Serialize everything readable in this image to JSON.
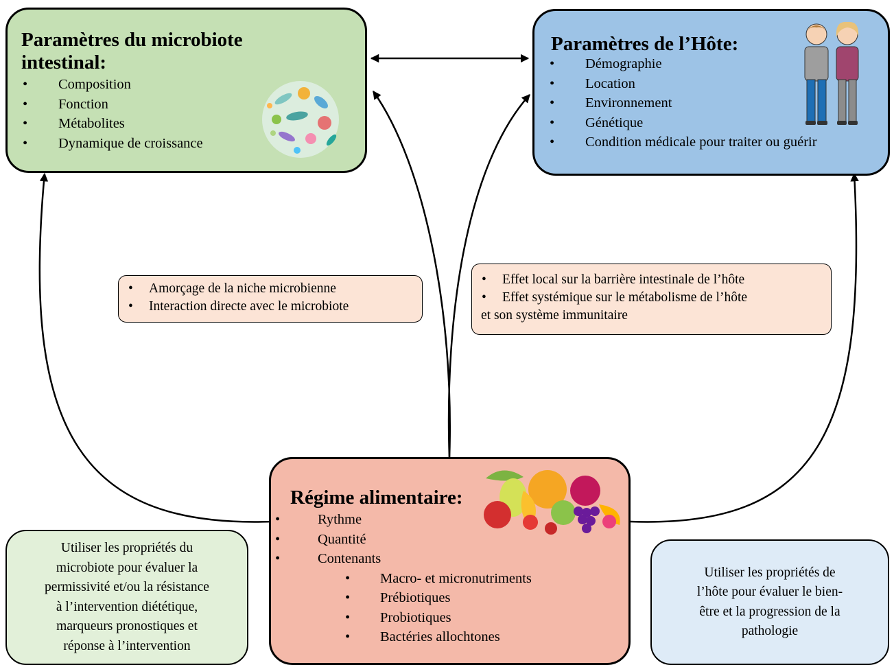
{
  "microbiota": {
    "title_line1": "Paramètres du microbiote",
    "title_line2": "intestinal:",
    "items": [
      "Composition",
      "Fonction",
      "Métabolites",
      "Dynamique de croissance"
    ]
  },
  "host": {
    "title": "Paramètres de l’Hôte:",
    "items": [
      "Démographie",
      "Location",
      "Environnement",
      "Génétique",
      "Condition médicale pour traiter ou guérir"
    ]
  },
  "diet": {
    "title": "Régime alimentaire:",
    "items": [
      "Rythme",
      "Quantité",
      "Contenants"
    ],
    "sub_items": [
      "Macro- et micronutriments",
      "Prébiotiques",
      "Probiotiques",
      "Bactéries allochtones"
    ]
  },
  "note_left": {
    "items": [
      "Amorçage de la niche microbienne",
      "Interaction directe avec le microbiote"
    ]
  },
  "note_right": {
    "items": [
      "Effet local sur la barrière intestinale de l’hôte",
      "Effet systémique sur le métabolisme de l’hôte",
      "et son système immunitaire"
    ]
  },
  "util_left": {
    "lines": [
      "Utiliser les propriétés du",
      "microbiote pour évaluer la",
      "permissivité et/ou la résistance",
      "à l’intervention diététique,",
      "marqueurs pronostiques et",
      "réponse à l’intervention"
    ]
  },
  "util_right": {
    "lines": [
      "Utiliser les propriétés de",
      "l’hôte pour évaluer le bien-",
      "être et la progression de la",
      "pathologie"
    ]
  },
  "colors": {
    "microbiota_fill": "#c5e0b4",
    "host_fill": "#9dc3e6",
    "diet_fill": "#f4b9a9",
    "note_fill": "#fce4d6",
    "util_left_fill": "#e2f0d9",
    "util_right_fill": "#deebf7"
  },
  "icons": [
    "bacteria-cluster-icon",
    "couple-people-icon",
    "fruit-basket-icon"
  ]
}
